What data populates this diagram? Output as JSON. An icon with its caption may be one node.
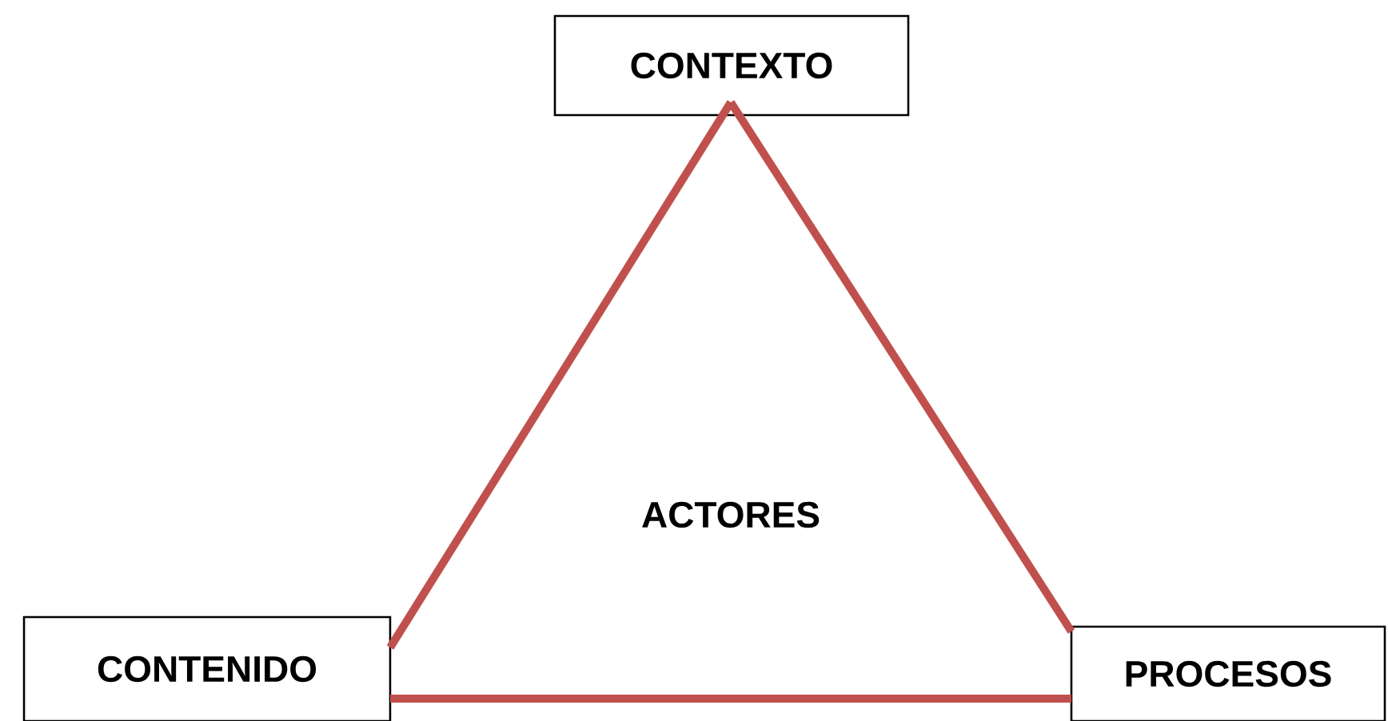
{
  "diagram": {
    "nodes": [
      {
        "text": [
          "CONTEXTO"
        ]
      },
      {
        "text": [
          "CONTENIDO"
        ]
      },
      {
        "text": [
          "PROCESOS"
        ]
      }
    ],
    "edges": [
      {
        "from": 0,
        "to": 1,
        "arrow": "none"
      },
      {
        "from": 0,
        "to": 2,
        "arrow": "none"
      },
      {
        "from": 1,
        "to": 2,
        "arrow": "none"
      }
    ],
    "labels": [
      "ACTORES"
    ]
  }
}
